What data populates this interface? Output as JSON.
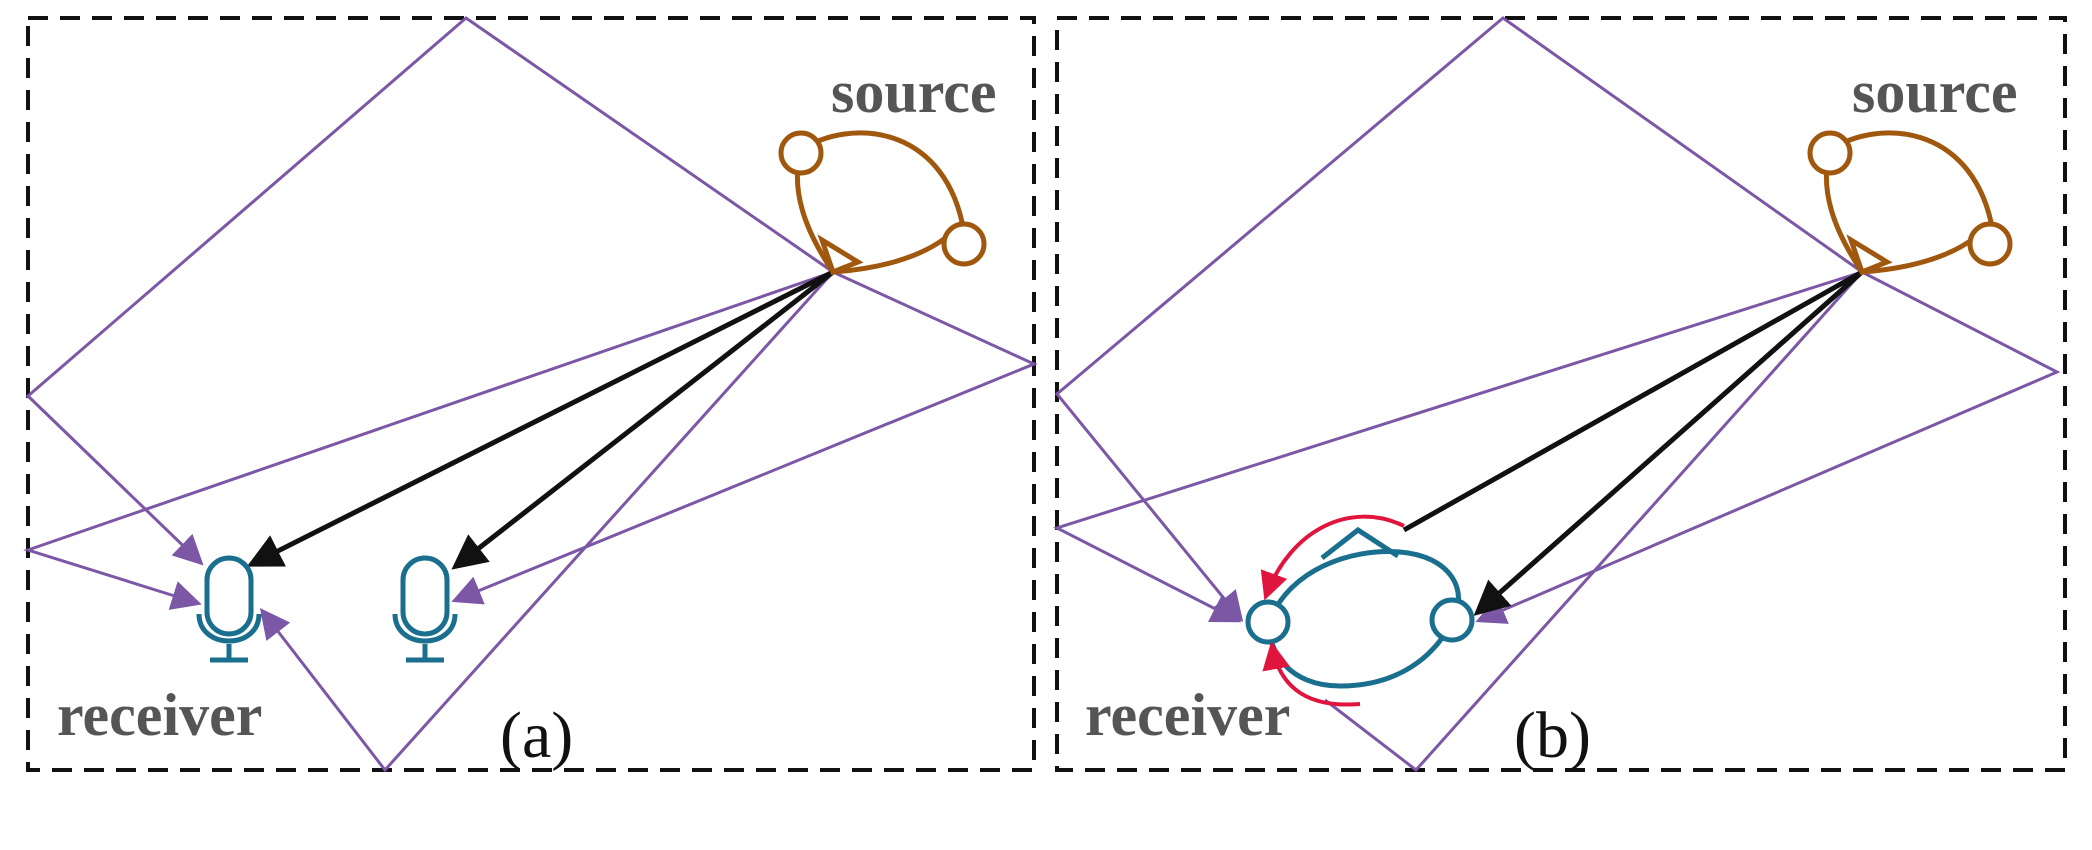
{
  "panels": [
    {
      "id": "a",
      "label": "(a)",
      "source_label": "source",
      "receiver_label": "receiver"
    },
    {
      "id": "b",
      "label": "(b)",
      "source_label": "source",
      "receiver_label": "receiver"
    }
  ],
  "colors": {
    "reflection_path": "#7B57A6",
    "direct_path": "#111111",
    "source": "#A0570E",
    "receiver": "#1A6E8E",
    "feedback_arrow": "#E0143C",
    "border": "#111111",
    "label_gray": "#555555"
  },
  "icons": {
    "receiver_a": "microphone-icon",
    "source": "ear-head-icon",
    "receiver_b": "listener-head-icon"
  }
}
